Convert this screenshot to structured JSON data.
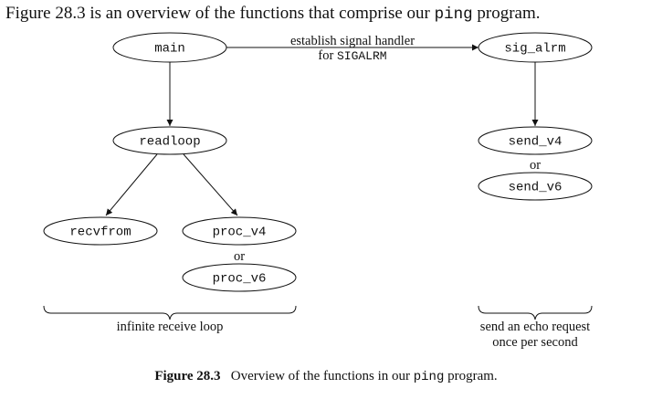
{
  "intro": {
    "before": "Figure 28.3 is an overview of the functions that comprise our ",
    "code": "ping",
    "after": " program."
  },
  "nodes": {
    "main": "main",
    "sig_alrm": "sig_alrm",
    "readloop": "readloop",
    "send_v4": "send_v4",
    "send_v6": "send_v6",
    "recvfrom": "recvfrom",
    "proc_v4": "proc_v4",
    "proc_v6": "proc_v6"
  },
  "edge_label": {
    "line1": "establish signal handler",
    "line2_prefix": "for ",
    "line2_code": "SIGALRM"
  },
  "or_labels": {
    "send": "or",
    "proc": "or"
  },
  "brace_labels": {
    "left": "infinite receive loop",
    "right_line1": "send an echo request",
    "right_line2": "once per second"
  },
  "caption": {
    "number": "Figure 28.3",
    "before": "Overview of the functions in our ",
    "code": "ping",
    "after": " program."
  }
}
